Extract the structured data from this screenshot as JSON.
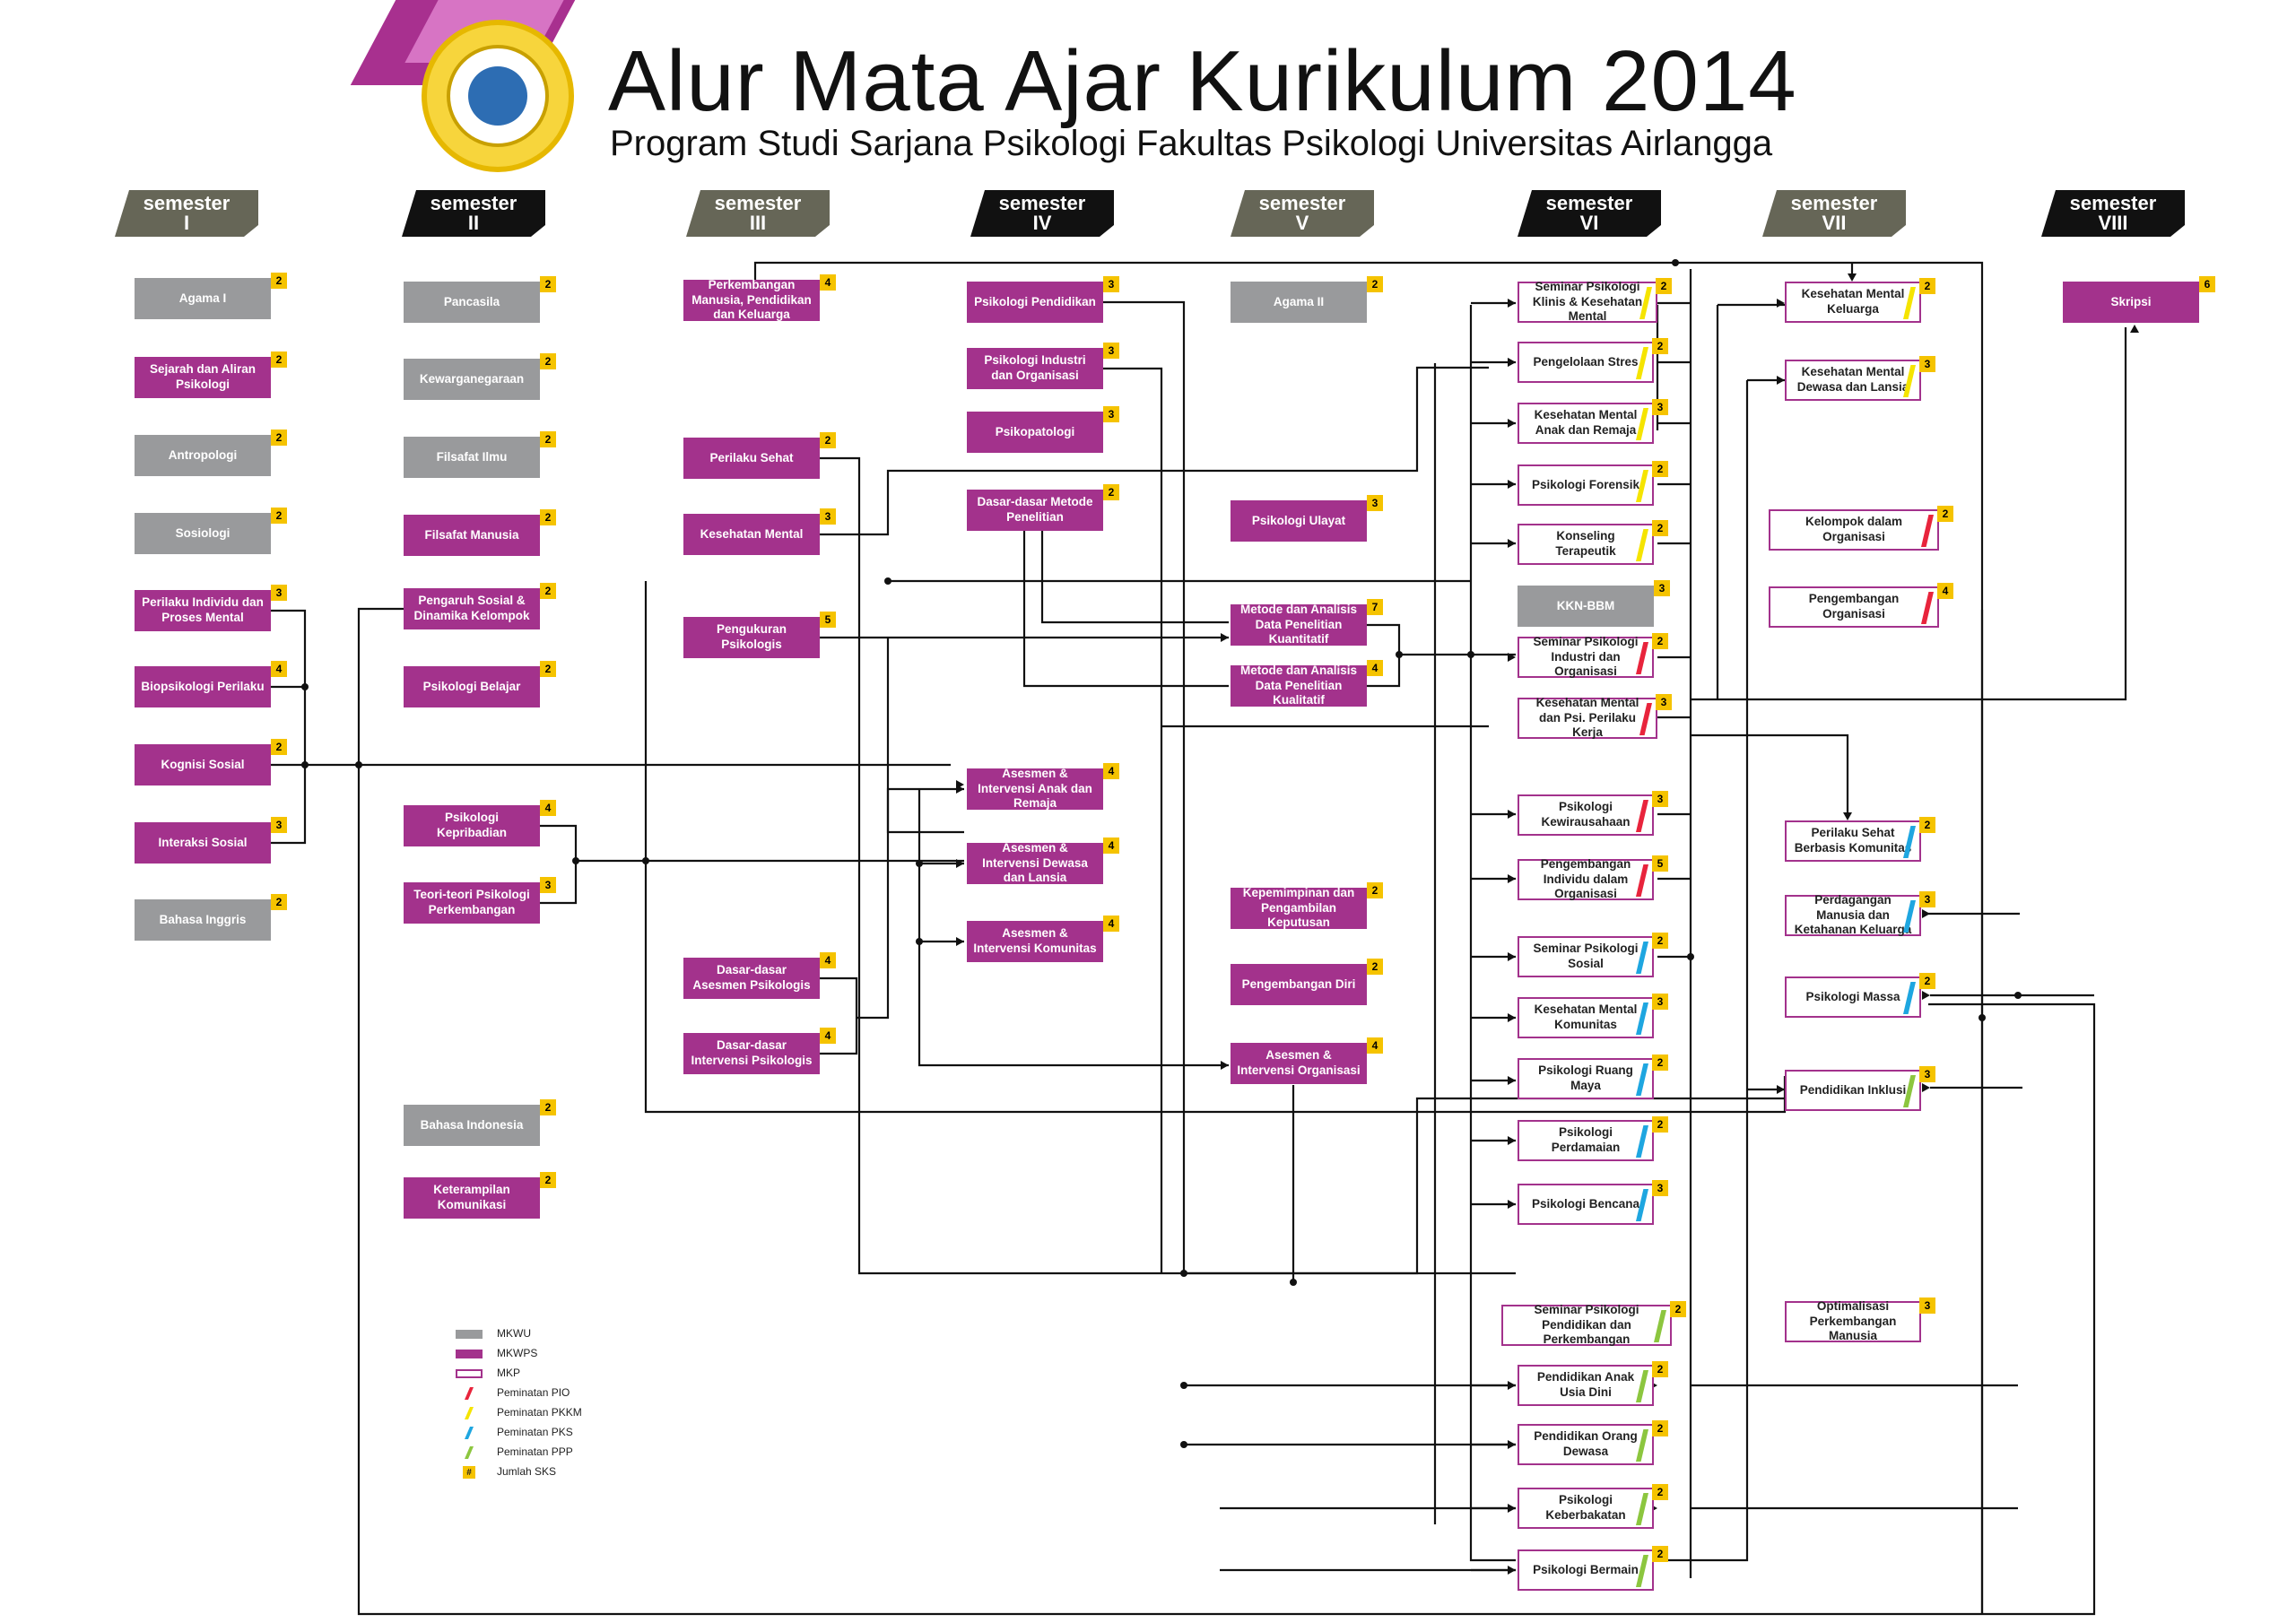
{
  "header": {
    "title": "Alur Mata Ajar Kurikulum 2014",
    "subtitle": "Program Studi Sarjana Psikologi Fakultas Psikologi Universitas Airlangga"
  },
  "colors": {
    "mkwu": "#999a9c",
    "mkwps": "#a3328c",
    "sks_badge": "#f5c300",
    "pio": "#e8243c",
    "pkkm": "#f5e400",
    "pks": "#1ea6e0",
    "ppp": "#8cc63f",
    "line": "#111111"
  },
  "semesters": [
    {
      "label": "semester",
      "roman": "I",
      "style": "gray"
    },
    {
      "label": "semester",
      "roman": "II",
      "style": "black"
    },
    {
      "label": "semester",
      "roman": "III",
      "style": "gray"
    },
    {
      "label": "semester",
      "roman": "IV",
      "style": "black"
    },
    {
      "label": "semester",
      "roman": "V",
      "style": "gray"
    },
    {
      "label": "semester",
      "roman": "VI",
      "style": "black"
    },
    {
      "label": "semester",
      "roman": "VII",
      "style": "gray"
    },
    {
      "label": "semester",
      "roman": "VIII",
      "style": "black"
    }
  ],
  "courses": [
    {
      "id": "agama1",
      "name": "Agama I",
      "sks": "2",
      "type": "mkwu"
    },
    {
      "id": "sejarah",
      "name": "Sejarah dan Aliran Psikologi",
      "sks": "2",
      "type": "mkwps"
    },
    {
      "id": "antropologi",
      "name": "Antropologi",
      "sks": "2",
      "type": "mkwu"
    },
    {
      "id": "sosiologi",
      "name": "Sosiologi",
      "sks": "2",
      "type": "mkwu"
    },
    {
      "id": "perilaku_individu",
      "name": "Perilaku Individu dan Proses Mental",
      "sks": "3",
      "type": "mkwps"
    },
    {
      "id": "biopsikologi",
      "name": "Biopsikologi Perilaku",
      "sks": "4",
      "type": "mkwps"
    },
    {
      "id": "kognisi",
      "name": "Kognisi Sosial",
      "sks": "2",
      "type": "mkwps"
    },
    {
      "id": "interaksi",
      "name": "Interaksi Sosial",
      "sks": "3",
      "type": "mkwps"
    },
    {
      "id": "bahasa_inggris",
      "name": "Bahasa Inggris",
      "sks": "2",
      "type": "mkwu"
    },
    {
      "id": "pancasila",
      "name": "Pancasila",
      "sks": "2",
      "type": "mkwu"
    },
    {
      "id": "kewarganegaraan",
      "name": "Kewarganegaraan",
      "sks": "2",
      "type": "mkwu"
    },
    {
      "id": "filsafat_ilmu",
      "name": "Filsafat Ilmu",
      "sks": "2",
      "type": "mkwu"
    },
    {
      "id": "filsafat_manusia",
      "name": "Filsafat Manusia",
      "sks": "2",
      "type": "mkwps"
    },
    {
      "id": "pengaruh_sosial",
      "name": "Pengaruh Sosial & Dinamika Kelompok",
      "sks": "2",
      "type": "mkwps"
    },
    {
      "id": "psikologi_belajar",
      "name": "Psikologi Belajar",
      "sks": "2",
      "type": "mkwps"
    },
    {
      "id": "kepribadian",
      "name": "Psikologi Kepribadian",
      "sks": "4",
      "type": "mkwps"
    },
    {
      "id": "teori_perkembangan",
      "name": "Teori-teori Psikologi Perkembangan",
      "sks": "3",
      "type": "mkwps"
    },
    {
      "id": "bahasa_indonesia",
      "name": "Bahasa Indonesia",
      "sks": "2",
      "type": "mkwu"
    },
    {
      "id": "keterampilan_komunikasi",
      "name": "Keterampilan Komunikasi",
      "sks": "2",
      "type": "mkwps"
    },
    {
      "id": "perkembangan_manusia",
      "name": "Perkembangan Manusia, Pendidikan dan Keluarga",
      "sks": "4",
      "type": "mkwps"
    },
    {
      "id": "perilaku_sehat",
      "name": "Perilaku Sehat",
      "sks": "2",
      "type": "mkwps"
    },
    {
      "id": "kesehatan_mental",
      "name": "Kesehatan Mental",
      "sks": "3",
      "type": "mkwps"
    },
    {
      "id": "pengukuran",
      "name": "Pengukuran Psikologis",
      "sks": "5",
      "type": "mkwps"
    },
    {
      "id": "dasar_asesmen",
      "name": "Dasar-dasar Asesmen Psikologis",
      "sks": "4",
      "type": "mkwps"
    },
    {
      "id": "dasar_intervensi",
      "name": "Dasar-dasar Intervensi Psikologis",
      "sks": "4",
      "type": "mkwps"
    },
    {
      "id": "psi_pendidikan",
      "name": "Psikologi Pendidikan",
      "sks": "3",
      "type": "mkwps"
    },
    {
      "id": "psi_industri",
      "name": "Psikologi Industri dan Organisasi",
      "sks": "3",
      "type": "mkwps"
    },
    {
      "id": "psikopatologi",
      "name": "Psikopatologi",
      "sks": "3",
      "type": "mkwps"
    },
    {
      "id": "dasar_metode",
      "name": "Dasar-dasar Metode Penelitian",
      "sks": "2",
      "type": "mkwps"
    },
    {
      "id": "asesmen_anak",
      "name": "Asesmen & Intervensi Anak dan Remaja",
      "sks": "4",
      "type": "mkwps"
    },
    {
      "id": "asesmen_dewasa",
      "name": "Asesmen & Intervensi Dewasa dan Lansia",
      "sks": "4",
      "type": "mkwps"
    },
    {
      "id": "asesmen_komunitas",
      "name": "Asesmen & Intervensi Komunitas",
      "sks": "4",
      "type": "mkwps"
    },
    {
      "id": "agama2",
      "name": "Agama II",
      "sks": "2",
      "type": "mkwu"
    },
    {
      "id": "psi_ulayat",
      "name": "Psikologi Ulayat",
      "sks": "3",
      "type": "mkwps"
    },
    {
      "id": "metode_kuantitatif",
      "name": "Metode dan Analisis Data Penelitian Kuantitatif",
      "sks": "7",
      "type": "mkwps"
    },
    {
      "id": "metode_kualitatif",
      "name": "Metode dan Analisis Data Penelitian Kualitatif",
      "sks": "4",
      "type": "mkwps"
    },
    {
      "id": "kepemimpinan",
      "name": "Kepemimpinan dan Pengambilan Keputusan",
      "sks": "2",
      "type": "mkwps"
    },
    {
      "id": "pengembangan_diri",
      "name": "Pengembangan Diri",
      "sks": "2",
      "type": "mkwps"
    },
    {
      "id": "asesmen_organisasi",
      "name": "Asesmen & Intervensi Organisasi",
      "sks": "4",
      "type": "mkwps"
    },
    {
      "id": "seminar_klinis",
      "name": "Seminar Psikologi Klinis & Kesehatan Mental",
      "sks": "2",
      "type": "mkp",
      "peminatan": "pkkm"
    },
    {
      "id": "pengelolaan_stres",
      "name": "Pengelolaan Stres",
      "sks": "2",
      "type": "mkp",
      "peminatan": "pkkm"
    },
    {
      "id": "kesmen_anak",
      "name": "Kesehatan Mental Anak dan Remaja",
      "sks": "3",
      "type": "mkp",
      "peminatan": "pkkm"
    },
    {
      "id": "psi_forensik",
      "name": "Psikologi Forensik",
      "sks": "2",
      "type": "mkp",
      "peminatan": "pkkm"
    },
    {
      "id": "konseling",
      "name": "Konseling Terapeutik",
      "sks": "2",
      "type": "mkp",
      "peminatan": "pkkm"
    },
    {
      "id": "kkn",
      "name": "KKN-BBM",
      "sks": "3",
      "type": "mkwu"
    },
    {
      "id": "seminar_pio",
      "name": "Seminar Psikologi Industri dan Organisasi",
      "sks": "2",
      "type": "mkp",
      "peminatan": "pio"
    },
    {
      "id": "kesmen_kerja",
      "name": "Kesehatan Mental dan Psi. Perilaku Kerja",
      "sks": "3",
      "type": "mkp",
      "peminatan": "pio"
    },
    {
      "id": "kewirausahaan",
      "name": "Psikologi Kewirausahaan",
      "sks": "3",
      "type": "mkp",
      "peminatan": "pio"
    },
    {
      "id": "pengembangan_individu",
      "name": "Pengembangan Individu dalam Organisasi",
      "sks": "5",
      "type": "mkp",
      "peminatan": "pio"
    },
    {
      "id": "seminar_sosial",
      "name": "Seminar Psikologi Sosial",
      "sks": "2",
      "type": "mkp",
      "peminatan": "pks"
    },
    {
      "id": "kesmen_komunitas",
      "name": "Kesehatan Mental Komunitas",
      "sks": "3",
      "type": "mkp",
      "peminatan": "pks"
    },
    {
      "id": "ruang_maya",
      "name": "Psikologi Ruang Maya",
      "sks": "2",
      "type": "mkp",
      "peminatan": "pks"
    },
    {
      "id": "perdamaian",
      "name": "Psikologi Perdamaian",
      "sks": "2",
      "type": "mkp",
      "peminatan": "pks"
    },
    {
      "id": "bencana",
      "name": "Psikologi Bencana",
      "sks": "3",
      "type": "mkp",
      "peminatan": "pks"
    },
    {
      "id": "seminar_ppp",
      "name": "Seminar Psikologi Pendidikan dan Perkembangan",
      "sks": "2",
      "type": "mkp",
      "peminatan": "ppp"
    },
    {
      "id": "anak_usia_dini",
      "name": "Pendidikan Anak Usia Dini",
      "sks": "2",
      "type": "mkp",
      "peminatan": "ppp"
    },
    {
      "id": "orang_dewasa",
      "name": "Pendidikan Orang Dewasa",
      "sks": "2",
      "type": "mkp",
      "peminatan": "ppp"
    },
    {
      "id": "keberbakatan",
      "name": "Psikologi Keberbakatan",
      "sks": "2",
      "type": "mkp",
      "peminatan": "ppp"
    },
    {
      "id": "bermain",
      "name": "Psikologi Bermain",
      "sks": "2",
      "type": "mkp",
      "peminatan": "ppp"
    },
    {
      "id": "kesmen_keluarga",
      "name": "Kesehatan Mental Keluarga",
      "sks": "2",
      "type": "mkp",
      "peminatan": "pkkm"
    },
    {
      "id": "kesmen_lansia",
      "name": "Kesehatan Mental Dewasa dan Lansia",
      "sks": "3",
      "type": "mkp",
      "peminatan": "pkkm"
    },
    {
      "id": "kelompok_organisasi",
      "name": "Kelompok dalam Organisasi",
      "sks": "2",
      "type": "mkp",
      "peminatan": "pio"
    },
    {
      "id": "pengembangan_organisasi",
      "name": "Pengembangan Organisasi",
      "sks": "4",
      "type": "mkp",
      "peminatan": "pio"
    },
    {
      "id": "perilaku_sehat_komunitas",
      "name": "Perilaku Sehat Berbasis Komunitas",
      "sks": "2",
      "type": "mkp",
      "peminatan": "pks"
    },
    {
      "id": "perdagangan_manusia",
      "name": "Perdagangan Manusia dan Ketahanan Keluarga",
      "sks": "3",
      "type": "mkp",
      "peminatan": "pks"
    },
    {
      "id": "psi_massa",
      "name": "Psikologi Massa",
      "sks": "2",
      "type": "mkp",
      "peminatan": "pks"
    },
    {
      "id": "pendidikan_inklusi",
      "name": "Pendidikan Inklusi",
      "sks": "3",
      "type": "mkp",
      "peminatan": "ppp"
    },
    {
      "id": "optimalisasi",
      "name": "Optimalisasi Perkembangan Manusia",
      "sks": "3",
      "type": "mkp"
    },
    {
      "id": "skripsi",
      "name": "Skripsi",
      "sks": "6",
      "type": "mkwps"
    }
  ],
  "legend": [
    {
      "kind": "mkwu",
      "label": "MKWU"
    },
    {
      "kind": "mkwps",
      "label": "MKWPS"
    },
    {
      "kind": "mkp",
      "label": "MKP"
    },
    {
      "kind": "pio",
      "label": "Peminatan PIO"
    },
    {
      "kind": "pkkm",
      "label": "Peminatan PKKM"
    },
    {
      "kind": "pks",
      "label": "Peminatan PKS"
    },
    {
      "kind": "ppp",
      "label": "Peminatan PPP"
    },
    {
      "kind": "sks",
      "label": "Jumlah SKS",
      "glyph": "#"
    }
  ]
}
